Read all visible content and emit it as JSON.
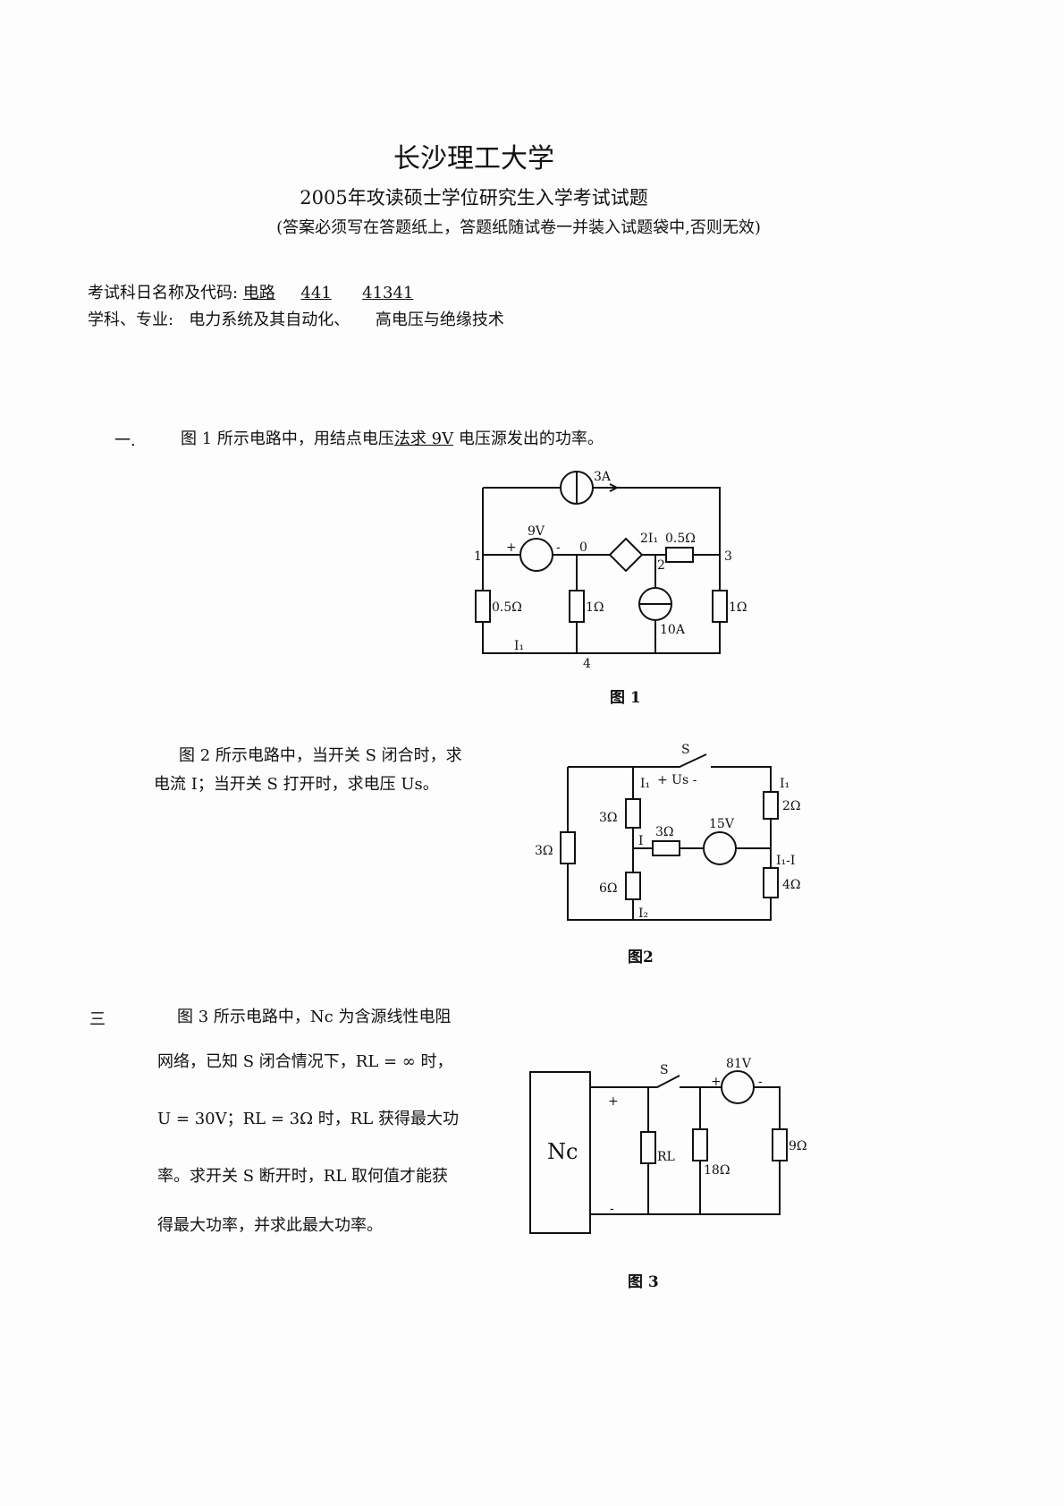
{
  "header": {
    "university": "长沙理工大学",
    "exam_title": "2005年攻读硕士学位研究生入学考试试题",
    "note": "(答案必须写在答题纸上，答题纸随试卷一并装入试题袋中,否则无效)"
  },
  "info": {
    "subject_label": "考试科日名称及代码:",
    "subject": "电路",
    "code1": "441",
    "code2": "41341",
    "major_label": "学科、专业:",
    "major1": "电力系统及其自动化、",
    "major2": "高电压与绝缘技术"
  },
  "q1": {
    "num": "一.",
    "text_a": "图 1 所示电路中，用结点电压",
    "text_u": "法求 9V",
    "text_b": " 电压源发出的功率。",
    "caption": "图 1",
    "labels": {
      "i_src": "3A",
      "v_src": "9V",
      "dep": "2I₁",
      "r_top": "0.5Ω",
      "r_left": "0.5Ω",
      "r_mid": "1Ω",
      "i_src2": "10A",
      "r_right": "1Ω",
      "n1": "1",
      "n0": "0",
      "n2": "2",
      "n3": "3",
      "n4": "4",
      "i1": "I₁",
      "plus": "+",
      "minus": "-"
    }
  },
  "q2": {
    "line1": "图 2 所示电路中，当开关 S 闭合时，求",
    "line2": "电流 I；当开关 S 打开时，求电压 Us。",
    "caption": "图2",
    "labels": {
      "s": "S",
      "us": "+ Us -",
      "i1": "I₁",
      "r3a": "3Ω",
      "r3b": "3Ω",
      "r3c": "3Ω",
      "v15": "15V",
      "r6": "6Ω",
      "r2": "2Ω",
      "r4": "4Ω",
      "i": "I",
      "i2": "I₂",
      "ij": "I₁",
      "i1mi": "I₁-I"
    }
  },
  "q3": {
    "num": "三",
    "line1": "图 3 所示电路中，Nc 为含源线性电阻",
    "line2": "网络，已知 S 闭合情况下，RL = ∞ 时，",
    "line3": "U = 30V；RL = 3Ω 时，RL 获得最大功",
    "line4": "率。求开关 S 断开时，RL 取何值才能获",
    "line5": "得最大功率，并求此最大功率。",
    "caption": "图 3",
    "labels": {
      "nc": "Nc",
      "s": "S",
      "v81": "81V",
      "rl": "RL",
      "r18": "18Ω",
      "r9": "9Ω",
      "plus": "+",
      "minus": "-"
    }
  }
}
